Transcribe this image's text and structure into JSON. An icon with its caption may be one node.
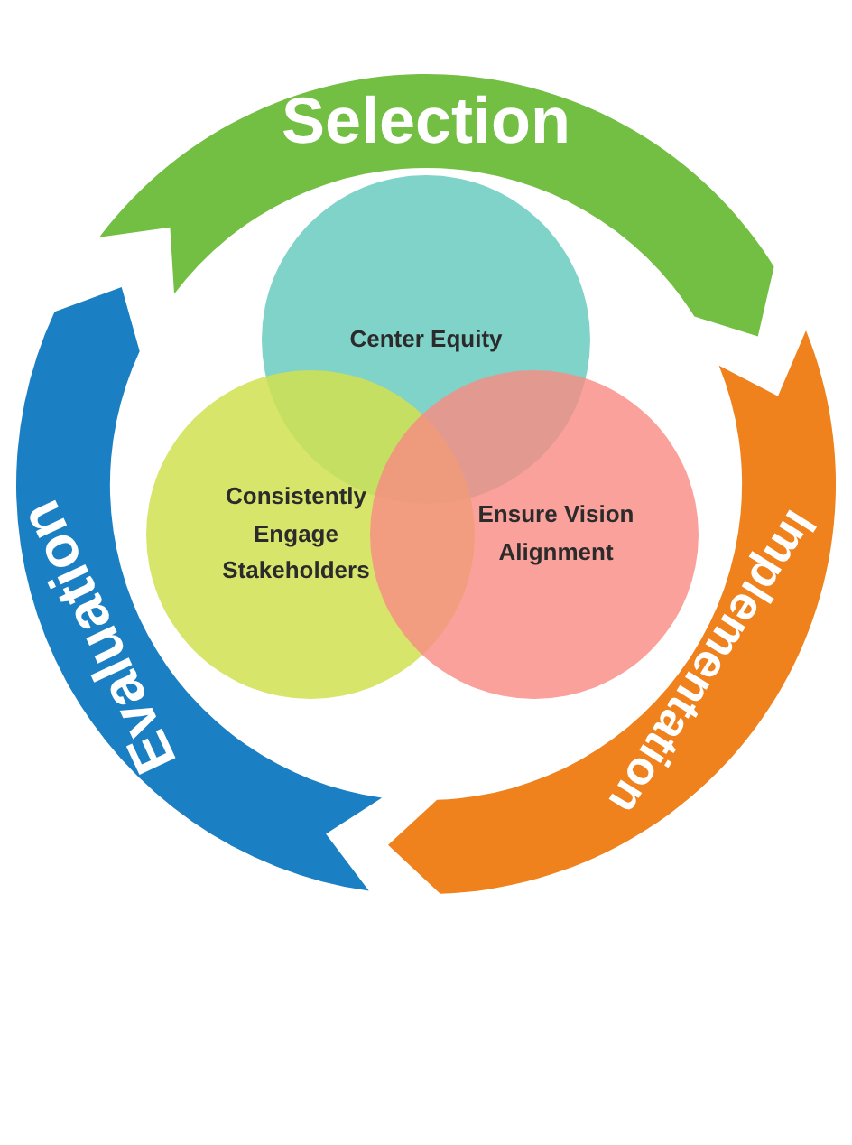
{
  "diagram": {
    "nodes": [
      {
        "text": [
          "Selection"
        ]
      },
      {
        "text": [
          "Implementation"
        ]
      },
      {
        "text": [
          "Evaluation"
        ]
      },
      {
        "text": [
          "Center Equity"
        ]
      },
      {
        "text": [
          "Consistently Engage Stakeholders"
        ]
      },
      {
        "text": [
          "Ensure Vision Alignment"
        ]
      }
    ]
  }
}
